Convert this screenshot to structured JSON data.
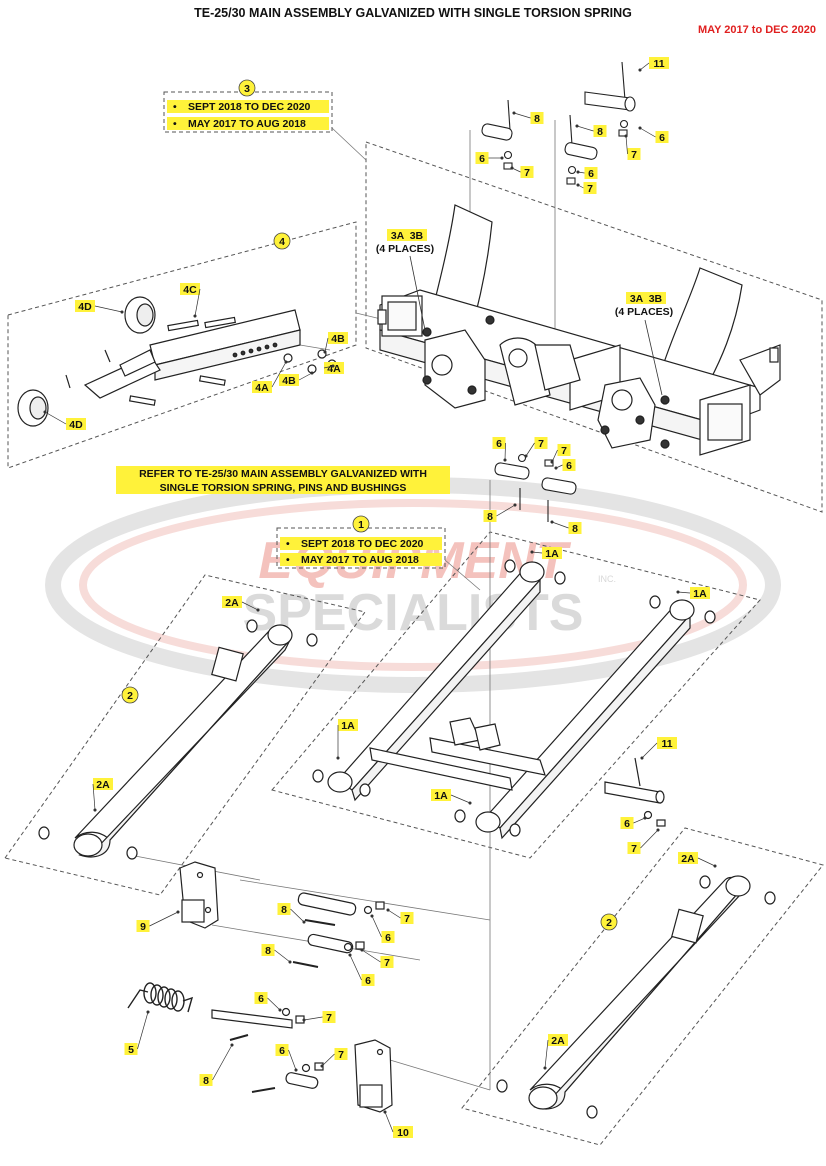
{
  "header": {
    "title": "TE-25/30 MAIN ASSEMBLY GALVANIZED WITH SINGLE TORSION SPRING",
    "date_range": "MAY 2017 to DEC 2020"
  },
  "watermark": {
    "line1": "EQUIPMENT",
    "line2": "SPECIALISTS",
    "suffix": "INC."
  },
  "callouts": {
    "c3": {
      "number": "3",
      "lines": [
        "SEPT 2018 TO DEC 2020",
        "MAY 2017 TO AUG 2018"
      ]
    },
    "c1": {
      "number": "1",
      "lines": [
        "SEPT 2018 TO DEC 2020",
        "MAY 2017 TO AUG 2018"
      ]
    },
    "c4": {
      "number": "4"
    },
    "c2a": {
      "number": "2"
    },
    "c2b": {
      "number": "2"
    }
  },
  "refer_note": {
    "line1": "REFER TO TE-25/30 MAIN ASSEMBLY GALVANIZED WITH",
    "line2": "SINGLE TORSION SPRING, PINS AND BUSHINGS"
  },
  "places_notes": {
    "left": {
      "line1": "3A  3B",
      "line2": "(4 PLACES)"
    },
    "right": {
      "line1": "3A  3B",
      "line2": "(4 PLACES)"
    }
  },
  "part_labels": {
    "p11a": "11",
    "p6a": "6",
    "p7a": "7",
    "p8a": "8",
    "p8b": "8",
    "p6b": "6",
    "p7b": "7",
    "p6c": "6",
    "p7c": "7",
    "p4c": "4C",
    "p4d_top": "4D",
    "p4d_bot": "4D",
    "p4b_r": "4B",
    "p4a_r": "4A",
    "p4a_l": "4A",
    "p4b_l": "4B",
    "p6d": "6",
    "p7d": "7",
    "p7e": "7",
    "p6e": "6",
    "p8c": "8",
    "p8d": "8",
    "p1a_top": "1A",
    "p1a_right": "1A",
    "p1a_left": "1A",
    "p1a_bot": "1A",
    "p2a_top": "2A",
    "p2a_left": "2A",
    "p2a_right": "2A",
    "p2a_bot": "2A",
    "p11b": "11",
    "p6f": "6",
    "p7f": "7",
    "p9": "9",
    "p8e": "8",
    "p7g": "7",
    "p6g": "6",
    "p8f": "8",
    "p7h": "7",
    "p6h": "6",
    "p5": "5",
    "p6i": "6",
    "p7i": "7",
    "p6j": "6",
    "p7j": "7",
    "p8g": "8",
    "p10": "10"
  },
  "colors": {
    "highlight": "#fff23a",
    "date_red": "#e02020",
    "watermark_red": "#f2b8b3",
    "watermark_gray": "#d9d9d9"
  }
}
